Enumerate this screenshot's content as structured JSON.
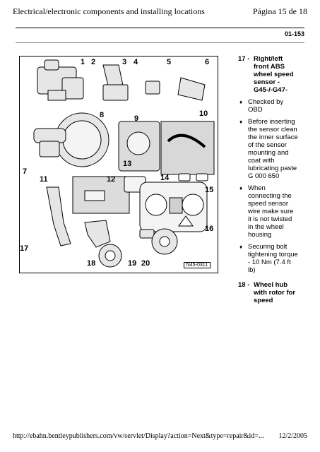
{
  "header": {
    "left": "Electrical/electronic components and installing locations",
    "right": "Página 15 de 18"
  },
  "section_number": "01-153",
  "figure": {
    "labels": [
      "1",
      "2",
      "3",
      "4",
      "5",
      "6",
      "7",
      "8",
      "9",
      "10",
      "11",
      "12",
      "13",
      "14",
      "15",
      "16",
      "17",
      "18",
      "19",
      "20"
    ],
    "id": "N45-0311"
  },
  "items": [
    {
      "number": "17 -",
      "title": "Right/left front ABS wheel speed sensor - G45-/-G47-",
      "bullets": [
        "Checked by OBD",
        "Before inserting the sensor clean the inner surface of the sensor mounting and coat with lubricating paste G 000 650",
        "When connecting the speed sensor wire make sure it is not twisted in the wheel housing",
        "Securing bolt tightening torque - 10 Nm (7.4 ft lb)"
      ]
    },
    {
      "number": "18 -",
      "title": "Wheel hub with rotor for speed"
    }
  ],
  "footer": {
    "url": "http://ebahn.bentleypublishers.com/vw/servlet/Display?action=Next&type=repair&id=...",
    "date": "12/2/2005"
  }
}
